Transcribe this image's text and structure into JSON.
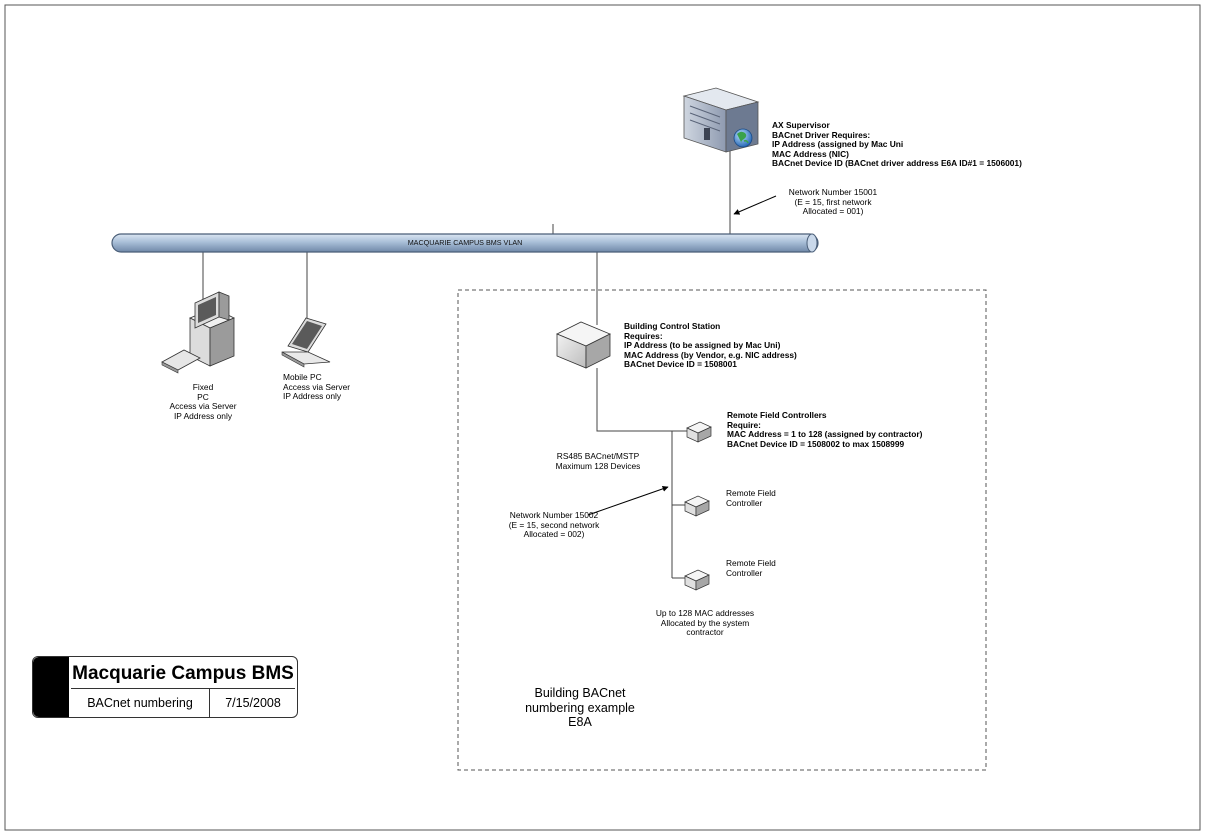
{
  "vlan": {
    "label": "MACQUARIE CAMPUS BMS VLAN"
  },
  "supervisor": {
    "title": "AX Supervisor",
    "lines": [
      "BACnet Driver Requires:",
      "IP Address (assigned by Mac Uni",
      "MAC Address (NIC)",
      "BACnet Device ID (BACnet driver address E6A ID#1 = 1506001)"
    ]
  },
  "network_1": {
    "lines": [
      "Network Number 15001",
      "(E = 15, first network",
      "Allocated = 001)"
    ]
  },
  "fixed_pc": {
    "lines": [
      "Fixed",
      "PC",
      "Access via Server",
      "IP Address only"
    ]
  },
  "mobile_pc": {
    "lines": [
      "Mobile PC",
      "Access via Server",
      "IP Address only"
    ]
  },
  "bcs": {
    "title": "Building Control Station",
    "lines": [
      "Requires:",
      "IP Address (to be assigned by Mac Uni)",
      "MAC Address (by Vendor, e.g. NIC address)",
      "BACnet Device ID = 1508001"
    ]
  },
  "rfc_main": {
    "title": "Remote Field Controllers",
    "lines": [
      "Require:",
      "MAC Address = 1 to 128 (assigned by contractor)",
      "BACnet Device ID = 1508002 to max 1508999"
    ]
  },
  "rs485": {
    "lines": [
      "RS485 BACnet/MSTP",
      "Maximum 128 Devices"
    ]
  },
  "network_2": {
    "lines": [
      "Network Number 15002",
      "(E = 15, second network",
      "Allocated = 002)"
    ]
  },
  "rfc_2": {
    "lines": [
      "Remote Field",
      "Controller"
    ]
  },
  "rfc_3": {
    "lines": [
      "Remote Field",
      "Controller"
    ]
  },
  "mac_note": {
    "lines": [
      "Up to 128 MAC addresses",
      "Allocated by the system",
      "contractor"
    ]
  },
  "region": {
    "lines": [
      "Building BACnet",
      "numbering example",
      "E8A"
    ]
  },
  "title_block": {
    "title": "Macquarie Campus BMS",
    "subtitle": "BACnet numbering",
    "date": "7/15/2008"
  },
  "colors": {
    "vlan_fill": "#a9bfd8",
    "vlan_stroke": "#4a5e78",
    "server": "#8e9ab0",
    "device": "#e6e6e6"
  },
  "icons": [
    "server-icon",
    "globe-icon",
    "desktop-pc-icon",
    "laptop-icon",
    "control-station-icon",
    "field-controller-icon"
  ]
}
